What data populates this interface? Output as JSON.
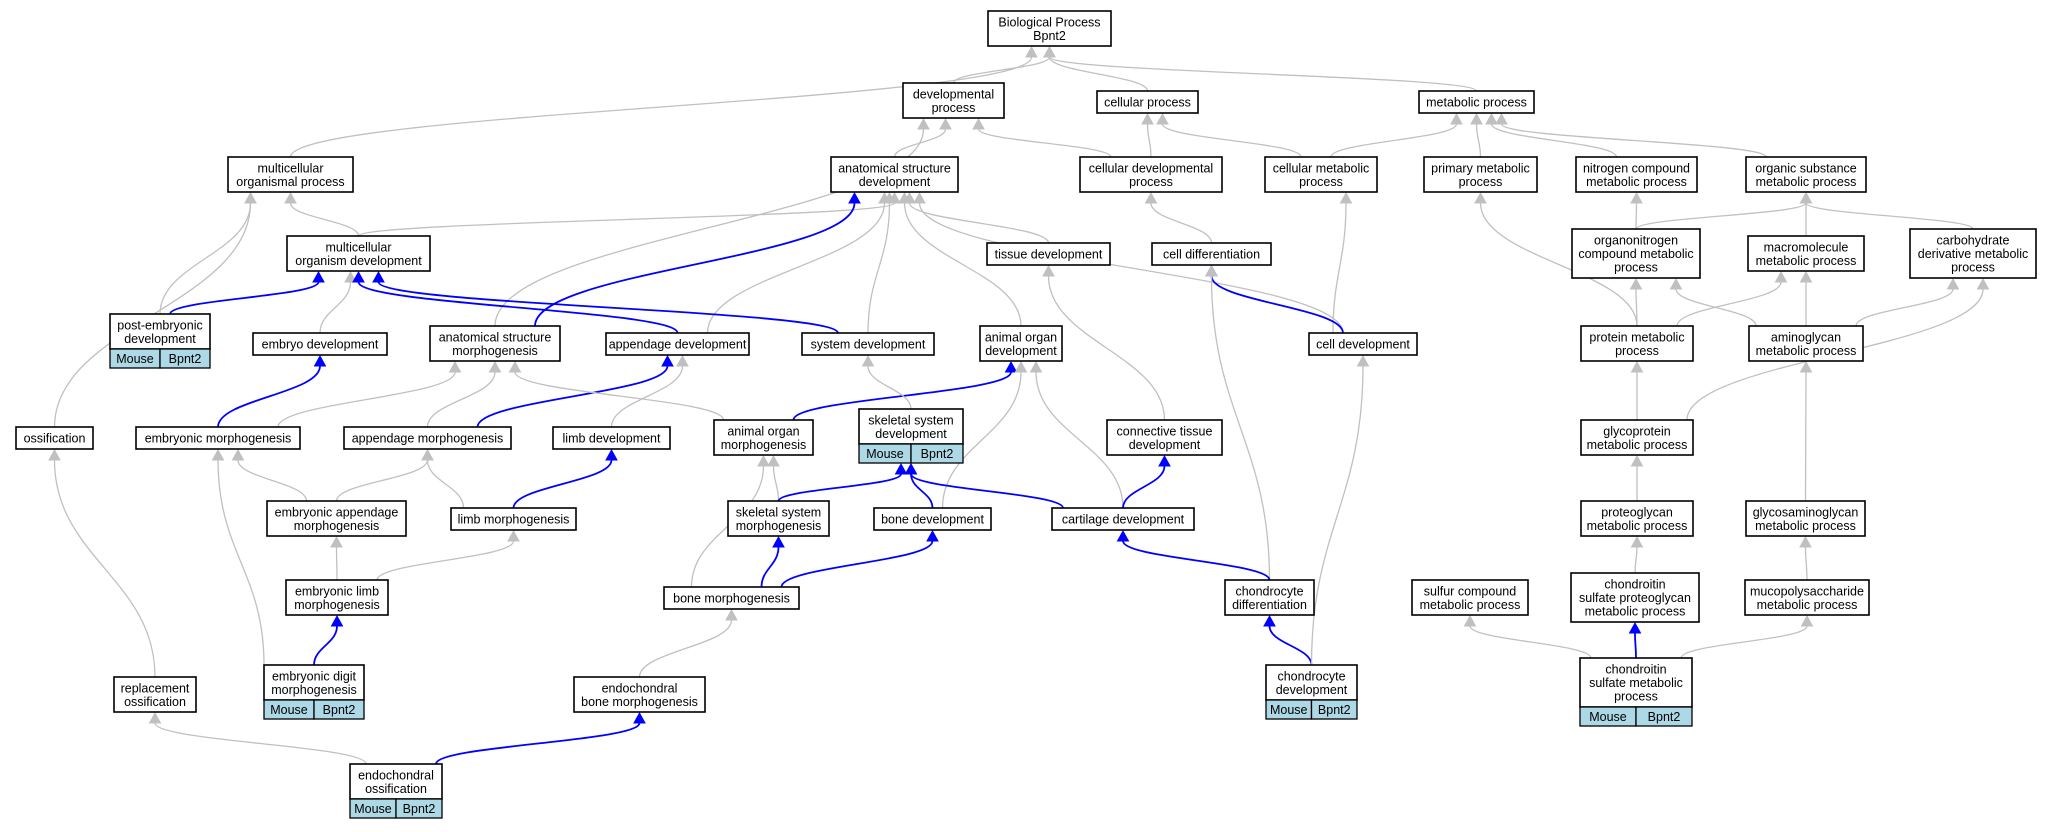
{
  "graph": {
    "nodes": {
      "bp": {
        "lines": [
          "Biological Process",
          "Bpnt2"
        ]
      },
      "dev": {
        "lines": [
          "developmental",
          "process"
        ]
      },
      "cel": {
        "lines": [
          "cellular process"
        ]
      },
      "met": {
        "lines": [
          "metabolic process"
        ]
      },
      "mop": {
        "lines": [
          "multicellular",
          "organismal process"
        ]
      },
      "asd": {
        "lines": [
          "anatomical structure",
          "development"
        ]
      },
      "cdp": {
        "lines": [
          "cellular developmental",
          "process"
        ]
      },
      "cmp": {
        "lines": [
          "cellular metabolic",
          "process"
        ]
      },
      "pmp": {
        "lines": [
          "primary metabolic",
          "process"
        ]
      },
      "ncm": {
        "lines": [
          "nitrogen compound",
          "metabolic process"
        ]
      },
      "osm": {
        "lines": [
          "organic substance",
          "metabolic process"
        ]
      },
      "mod": {
        "lines": [
          "multicellular",
          "organism development"
        ]
      },
      "td": {
        "lines": [
          "tissue development"
        ]
      },
      "cdf": {
        "lines": [
          "cell differentiation"
        ]
      },
      "ocm": {
        "lines": [
          "organonitrogen",
          "compound metabolic",
          "process"
        ]
      },
      "mmp": {
        "lines": [
          "macromolecule",
          "metabolic process"
        ]
      },
      "cdm": {
        "lines": [
          "carbohydrate",
          "derivative metabolic",
          "process"
        ]
      },
      "ped": {
        "lines": [
          "post-embryonic",
          "development"
        ],
        "tags": [
          "Mouse",
          "Bpnt2"
        ]
      },
      "emd": {
        "lines": [
          "embryo development"
        ]
      },
      "asm": {
        "lines": [
          "anatomical structure",
          "morphogenesis"
        ]
      },
      "apd": {
        "lines": [
          "appendage development"
        ]
      },
      "sd": {
        "lines": [
          "system development"
        ]
      },
      "aod": {
        "lines": [
          "animal organ",
          "development"
        ]
      },
      "cld": {
        "lines": [
          "cell development"
        ]
      },
      "prm": {
        "lines": [
          "protein metabolic",
          "process"
        ]
      },
      "amp": {
        "lines": [
          "aminoglycan",
          "metabolic process"
        ]
      },
      "oss": {
        "lines": [
          "ossification"
        ]
      },
      "emm": {
        "lines": [
          "embryonic morphogenesis"
        ]
      },
      "apm": {
        "lines": [
          "appendage morphogenesis"
        ]
      },
      "lid": {
        "lines": [
          "limb development"
        ]
      },
      "aom": {
        "lines": [
          "animal organ",
          "morphogenesis"
        ]
      },
      "ssd": {
        "lines": [
          "skeletal system",
          "development"
        ],
        "tags": [
          "Mouse",
          "Bpnt2"
        ]
      },
      "ctd": {
        "lines": [
          "connective tissue",
          "development"
        ]
      },
      "gmp": {
        "lines": [
          "glycoprotein",
          "metabolic process"
        ]
      },
      "eam": {
        "lines": [
          "embryonic appendage",
          "morphogenesis"
        ]
      },
      "lim": {
        "lines": [
          "limb morphogenesis"
        ]
      },
      "ssm": {
        "lines": [
          "skeletal system",
          "morphogenesis"
        ]
      },
      "bod": {
        "lines": [
          "bone development"
        ]
      },
      "cad": {
        "lines": [
          "cartilage development"
        ]
      },
      "pgm": {
        "lines": [
          "proteoglycan",
          "metabolic process"
        ]
      },
      "gag": {
        "lines": [
          "glycosaminoglycan",
          "metabolic process"
        ]
      },
      "elm": {
        "lines": [
          "embryonic limb",
          "morphogenesis"
        ]
      },
      "bom": {
        "lines": [
          "bone morphogenesis"
        ]
      },
      "chd": {
        "lines": [
          "chondrocyte",
          "differentiation"
        ]
      },
      "scm": {
        "lines": [
          "sulfur compound",
          "metabolic process"
        ]
      },
      "csp": {
        "lines": [
          "chondroitin",
          "sulfate proteoglycan",
          "metabolic process"
        ]
      },
      "mps": {
        "lines": [
          "mucopolysaccharide",
          "metabolic process"
        ]
      },
      "ros": {
        "lines": [
          "replacement",
          "ossification"
        ]
      },
      "edm": {
        "lines": [
          "embryonic digit",
          "morphogenesis"
        ],
        "tags": [
          "Mouse",
          "Bpnt2"
        ]
      },
      "ebm": {
        "lines": [
          "endochondral",
          "bone morphogenesis"
        ]
      },
      "chv": {
        "lines": [
          "chondrocyte",
          "development"
        ],
        "tags": [
          "Mouse",
          "Bpnt2"
        ]
      },
      "csm": {
        "lines": [
          "chondroitin",
          "sulfate metabolic",
          "process"
        ],
        "tags": [
          "Mouse",
          "Bpnt2"
        ]
      },
      "eos": {
        "lines": [
          "endochondral",
          "ossification"
        ],
        "tags": [
          "Mouse",
          "Bpnt2"
        ]
      }
    },
    "edges": [
      {
        "from": "dev",
        "to": "bp",
        "color": "grey"
      },
      {
        "from": "cel",
        "to": "bp",
        "color": "grey"
      },
      {
        "from": "met",
        "to": "bp",
        "color": "grey"
      },
      {
        "from": "mop",
        "to": "bp",
        "color": "grey"
      },
      {
        "from": "asd",
        "to": "dev",
        "color": "grey"
      },
      {
        "from": "cdp",
        "to": "dev",
        "color": "grey"
      },
      {
        "from": "cdp",
        "to": "cel",
        "color": "grey"
      },
      {
        "from": "cmp",
        "to": "cel",
        "color": "grey"
      },
      {
        "from": "cmp",
        "to": "met",
        "color": "grey"
      },
      {
        "from": "pmp",
        "to": "met",
        "color": "grey"
      },
      {
        "from": "ncm",
        "to": "met",
        "color": "grey"
      },
      {
        "from": "osm",
        "to": "met",
        "color": "grey"
      },
      {
        "from": "mod",
        "to": "mop",
        "color": "grey"
      },
      {
        "from": "mod",
        "to": "asd",
        "color": "grey"
      },
      {
        "from": "td",
        "to": "asd",
        "color": "grey"
      },
      {
        "from": "cdf",
        "to": "cdp",
        "color": "grey"
      },
      {
        "from": "ocm",
        "to": "ncm",
        "color": "grey"
      },
      {
        "from": "ocm",
        "to": "osm",
        "color": "grey"
      },
      {
        "from": "mmp",
        "to": "osm",
        "color": "grey"
      },
      {
        "from": "cdm",
        "to": "osm",
        "color": "grey"
      },
      {
        "from": "ped",
        "to": "mop",
        "color": "grey"
      },
      {
        "from": "ped",
        "to": "mod",
        "color": "blue"
      },
      {
        "from": "emd",
        "to": "mod",
        "color": "grey"
      },
      {
        "from": "asm",
        "to": "dev",
        "color": "grey"
      },
      {
        "from": "asm",
        "to": "asd",
        "color": "blue"
      },
      {
        "from": "apd",
        "to": "mod",
        "color": "blue"
      },
      {
        "from": "apd",
        "to": "asd",
        "color": "grey"
      },
      {
        "from": "sd",
        "to": "mod",
        "color": "blue"
      },
      {
        "from": "sd",
        "to": "asd",
        "color": "grey"
      },
      {
        "from": "aod",
        "to": "asd",
        "color": "grey"
      },
      {
        "from": "cld",
        "to": "asd",
        "color": "grey"
      },
      {
        "from": "cld",
        "to": "cmp",
        "color": "grey"
      },
      {
        "from": "cld",
        "to": "cdf",
        "color": "blue"
      },
      {
        "from": "prm",
        "to": "pmp",
        "color": "grey"
      },
      {
        "from": "prm",
        "to": "ocm",
        "color": "grey"
      },
      {
        "from": "prm",
        "to": "mmp",
        "color": "grey"
      },
      {
        "from": "amp",
        "to": "mmp",
        "color": "grey"
      },
      {
        "from": "amp",
        "to": "ocm",
        "color": "grey"
      },
      {
        "from": "amp",
        "to": "cdm",
        "color": "grey"
      },
      {
        "from": "oss",
        "to": "mop",
        "color": "grey"
      },
      {
        "from": "emm",
        "to": "emd",
        "color": "blue"
      },
      {
        "from": "emm",
        "to": "asm",
        "color": "grey"
      },
      {
        "from": "apm",
        "to": "asm",
        "color": "grey"
      },
      {
        "from": "apm",
        "to": "apd",
        "color": "blue"
      },
      {
        "from": "lid",
        "to": "apd",
        "color": "grey"
      },
      {
        "from": "aom",
        "to": "asm",
        "color": "grey"
      },
      {
        "from": "aom",
        "to": "aod",
        "color": "blue"
      },
      {
        "from": "ssd",
        "to": "sd",
        "color": "grey"
      },
      {
        "from": "ctd",
        "to": "td",
        "color": "grey"
      },
      {
        "from": "gmp",
        "to": "prm",
        "color": "grey"
      },
      {
        "from": "gmp",
        "to": "cdm",
        "color": "grey"
      },
      {
        "from": "eam",
        "to": "emm",
        "color": "grey"
      },
      {
        "from": "eam",
        "to": "apm",
        "color": "grey"
      },
      {
        "from": "lim",
        "to": "apm",
        "color": "grey"
      },
      {
        "from": "lim",
        "to": "lid",
        "color": "blue"
      },
      {
        "from": "ssm",
        "to": "aom",
        "color": "grey"
      },
      {
        "from": "ssm",
        "to": "ssd",
        "color": "blue"
      },
      {
        "from": "bod",
        "to": "aod",
        "color": "grey"
      },
      {
        "from": "bod",
        "to": "ssd",
        "color": "blue"
      },
      {
        "from": "cad",
        "to": "aod",
        "color": "grey"
      },
      {
        "from": "cad",
        "to": "ctd",
        "color": "blue"
      },
      {
        "from": "cad",
        "to": "ssd",
        "color": "blue"
      },
      {
        "from": "pgm",
        "to": "gmp",
        "color": "grey"
      },
      {
        "from": "gag",
        "to": "amp",
        "color": "grey"
      },
      {
        "from": "elm",
        "to": "eam",
        "color": "grey"
      },
      {
        "from": "elm",
        "to": "lim",
        "color": "grey"
      },
      {
        "from": "bom",
        "to": "aom",
        "color": "grey"
      },
      {
        "from": "bom",
        "to": "ssm",
        "color": "blue"
      },
      {
        "from": "bom",
        "to": "bod",
        "color": "blue"
      },
      {
        "from": "chd",
        "to": "cdf",
        "color": "grey"
      },
      {
        "from": "chd",
        "to": "cad",
        "color": "blue"
      },
      {
        "from": "csp",
        "to": "pgm",
        "color": "grey"
      },
      {
        "from": "mps",
        "to": "gag",
        "color": "grey"
      },
      {
        "from": "ros",
        "to": "oss",
        "color": "grey"
      },
      {
        "from": "edm",
        "to": "elm",
        "color": "blue"
      },
      {
        "from": "edm",
        "to": "emm",
        "color": "grey"
      },
      {
        "from": "ebm",
        "to": "bom",
        "color": "grey"
      },
      {
        "from": "chv",
        "to": "chd",
        "color": "blue"
      },
      {
        "from": "chv",
        "to": "cld",
        "color": "grey"
      },
      {
        "from": "csm",
        "to": "csp",
        "color": "blue"
      },
      {
        "from": "csm",
        "to": "scm",
        "color": "grey"
      },
      {
        "from": "csm",
        "to": "mps",
        "color": "grey"
      },
      {
        "from": "eos",
        "to": "ros",
        "color": "grey"
      },
      {
        "from": "eos",
        "to": "ebm",
        "color": "blue"
      }
    ]
  }
}
